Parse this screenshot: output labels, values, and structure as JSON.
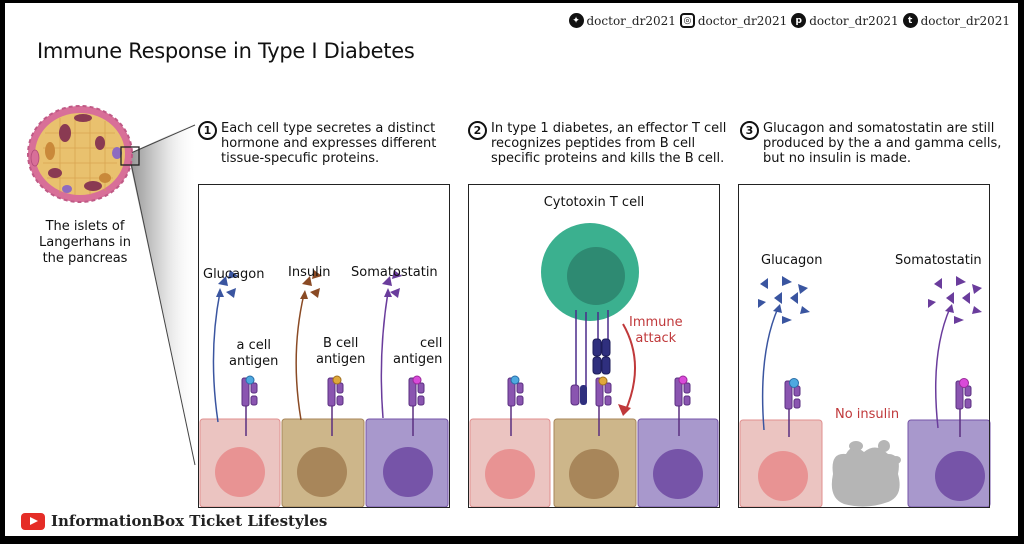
{
  "header": {
    "title": "Immune Response in Type I Diabetes",
    "social": [
      {
        "icon": "twitter-icon",
        "glyph": "t",
        "handle": "doctor_dr2021"
      },
      {
        "icon": "instagram-icon",
        "glyph": "o",
        "handle": "doctor_dr2021"
      },
      {
        "icon": "pinterest-icon",
        "glyph": "p",
        "handle": "doctor_dr2021"
      },
      {
        "icon": "tumblr-icon",
        "glyph": "t",
        "handle": "doctor_dr2021"
      }
    ]
  },
  "islet": {
    "label_lines": [
      "The islets of",
      "Langerhans in",
      "the pancreas"
    ]
  },
  "steps": [
    {
      "num": "1",
      "text": "Each cell type secretes a distinct hormone and expresses different tissue-specufic proteins."
    },
    {
      "num": "2",
      "text": "In type 1 diabetes, an effector T cell recognizes peptides from B cell specific proteins and kills the B cell."
    },
    {
      "num": "3",
      "text": "Glucagon and somatostatin are still produced by the a and gamma cells, but no insulin is made."
    }
  ],
  "panel1": {
    "hormones": [
      "Glucagon",
      "Insulin",
      "Somatostatin"
    ],
    "antigens": [
      [
        "a cell",
        "antigen"
      ],
      [
        "B cell",
        "antigen"
      ],
      [
        "cell",
        "antigen"
      ]
    ]
  },
  "panel2": {
    "tcell_label": "Cytotoxin T cell",
    "attack_label": [
      "Immune",
      "attack"
    ]
  },
  "panel3": {
    "hormones": [
      "Glucagon",
      "Somatostatin"
    ],
    "no_insulin_label": "No insulin"
  },
  "footer": {
    "channel": "InformationBox Ticket Lifestyles"
  },
  "colors": {
    "alpha_cell": "#ebc4c1",
    "alpha_nucleus": "#e89393",
    "beta_cell": "#cdb68a",
    "beta_nucleus": "#a8865a",
    "gamma_cell": "#a898cc",
    "gamma_nucleus": "#7654a8",
    "receptor": "#7e4ca6",
    "glucagon": "#3a55a0",
    "insulin": "#8a4a24",
    "somatostatin": "#6a3c9c",
    "tcell_outer": "#3bb08f",
    "tcell_inner": "#2e8a72",
    "tcr": "#2f2f7e",
    "attack": "#c0393b",
    "dead_cell": "#b5b5b5"
  }
}
